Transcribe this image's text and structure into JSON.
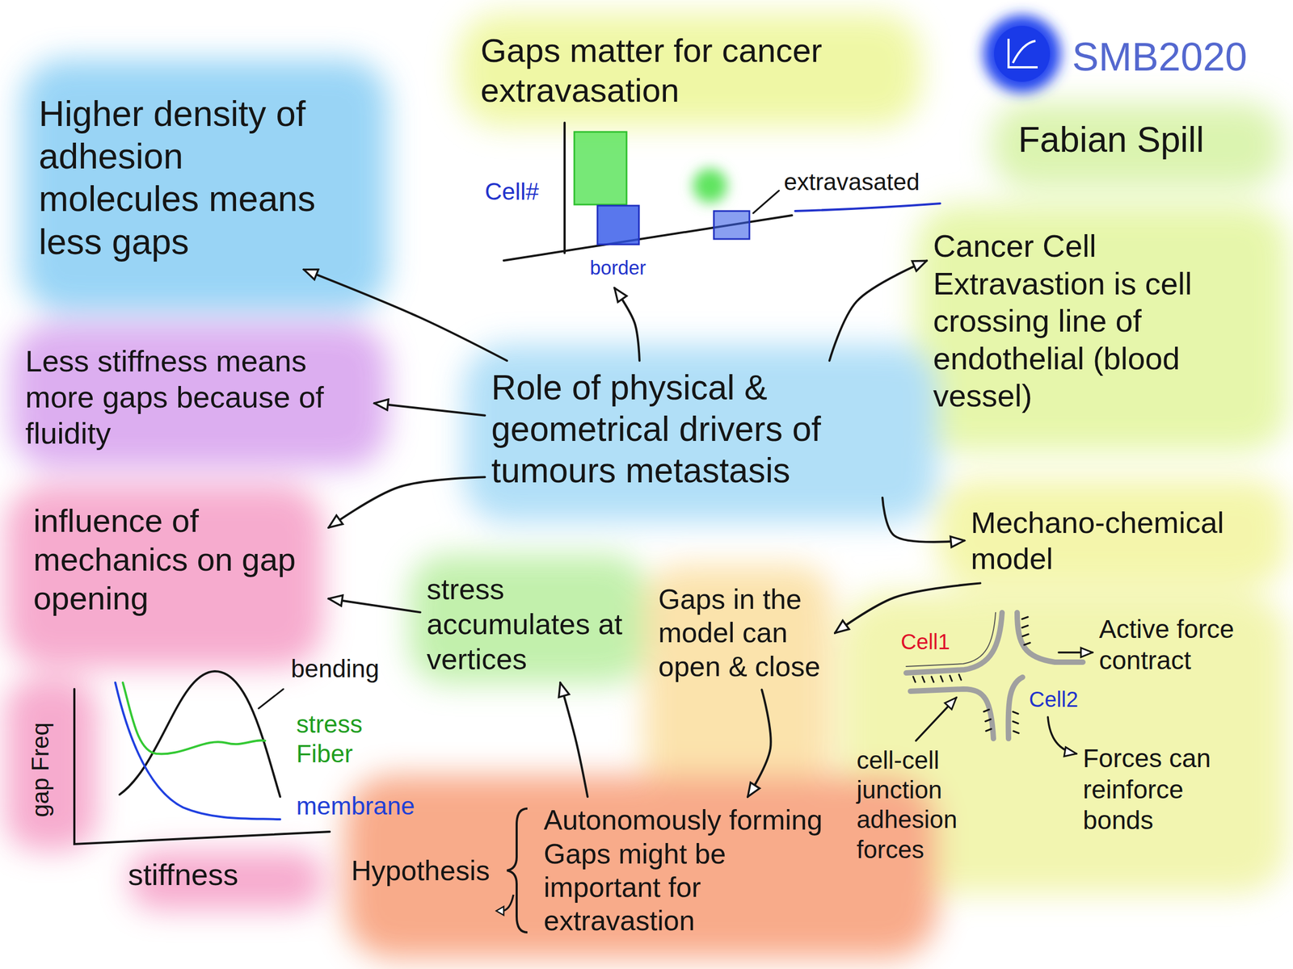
{
  "diagram": {
    "nodes": [
      {
        "text": [
          "Gaps matter for cancer extravasation"
        ]
      },
      {
        "text": [
          "Higher density of adhesion molecules means less gaps"
        ]
      },
      {
        "text": [
          "Cancer Cell Extravastion is cell crossing line of endothelial (blood vessel)"
        ]
      },
      {
        "text": [
          "Less stiffness means more gaps because of fluidity"
        ]
      },
      {
        "text": [
          "Role of physical & geometrical drivers of tumours metastasis"
        ]
      },
      {
        "text": [
          "influence of mechanics on gap opening"
        ]
      },
      {
        "text": [
          "Mechano-chemical model"
        ]
      },
      {
        "text": [
          "stress accumulates at vertices"
        ]
      },
      {
        "text": [
          "Gaps in the model can open & close"
        ]
      },
      {
        "text": [
          "Hypothesis",
          "Autonomously forming Gaps might be important for extravastion"
        ]
      }
    ],
    "edges": [
      {
        "from": 4,
        "to": 0,
        "arrow": "to"
      },
      {
        "from": 4,
        "to": 1,
        "arrow": "to"
      },
      {
        "from": 4,
        "to": 2,
        "arrow": "to"
      },
      {
        "from": 4,
        "to": 3,
        "arrow": "to"
      },
      {
        "from": 4,
        "to": 5,
        "arrow": "to"
      },
      {
        "from": 4,
        "to": 6,
        "arrow": "to"
      },
      {
        "from": 7,
        "to": 5,
        "arrow": "to"
      },
      {
        "from": 9,
        "to": 7,
        "arrow": "to"
      },
      {
        "from": 8,
        "to": 9,
        "arrow": "to"
      },
      {
        "from": 6,
        "to": 8,
        "arrow": "to"
      }
    ],
    "labels": [
      "SMB2020",
      "Fabian Spill",
      "Cell#",
      "border",
      "extravasated",
      "gap Freq",
      "stiffness",
      "bending",
      "stress Fiber",
      "membrane",
      "Cell1",
      "Cell2",
      "Active force contract",
      "cell-cell junction adhesion forces",
      "Forces can reinforce bonds"
    ]
  }
}
